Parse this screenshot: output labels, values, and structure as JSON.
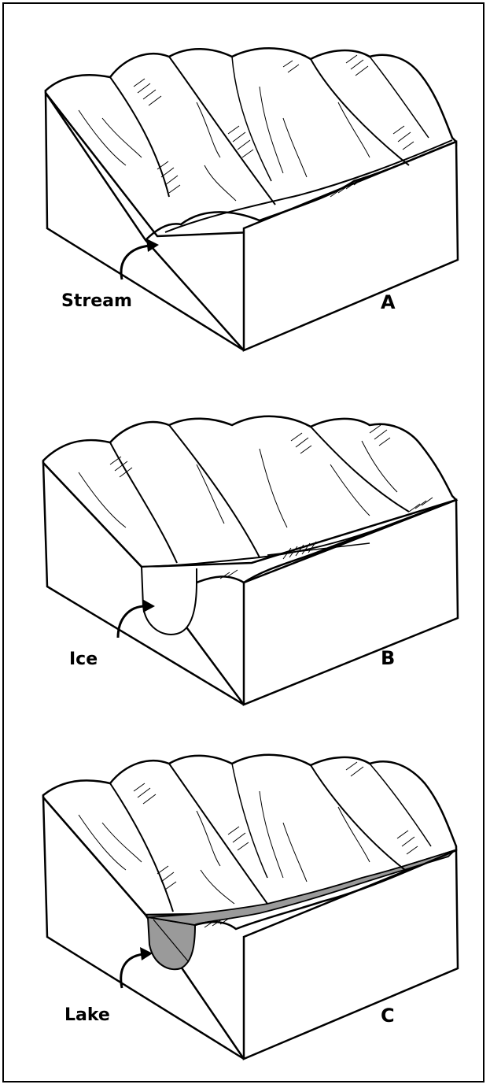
{
  "panels": [
    {
      "id": "A",
      "letter": "A",
      "label": "Stream"
    },
    {
      "id": "B",
      "letter": "B",
      "label": "Ice"
    },
    {
      "id": "C",
      "letter": "C",
      "label": "Lake"
    }
  ],
  "colors": {
    "ink": "#000000",
    "paper": "#ffffff",
    "water": "#9a9a9a"
  }
}
